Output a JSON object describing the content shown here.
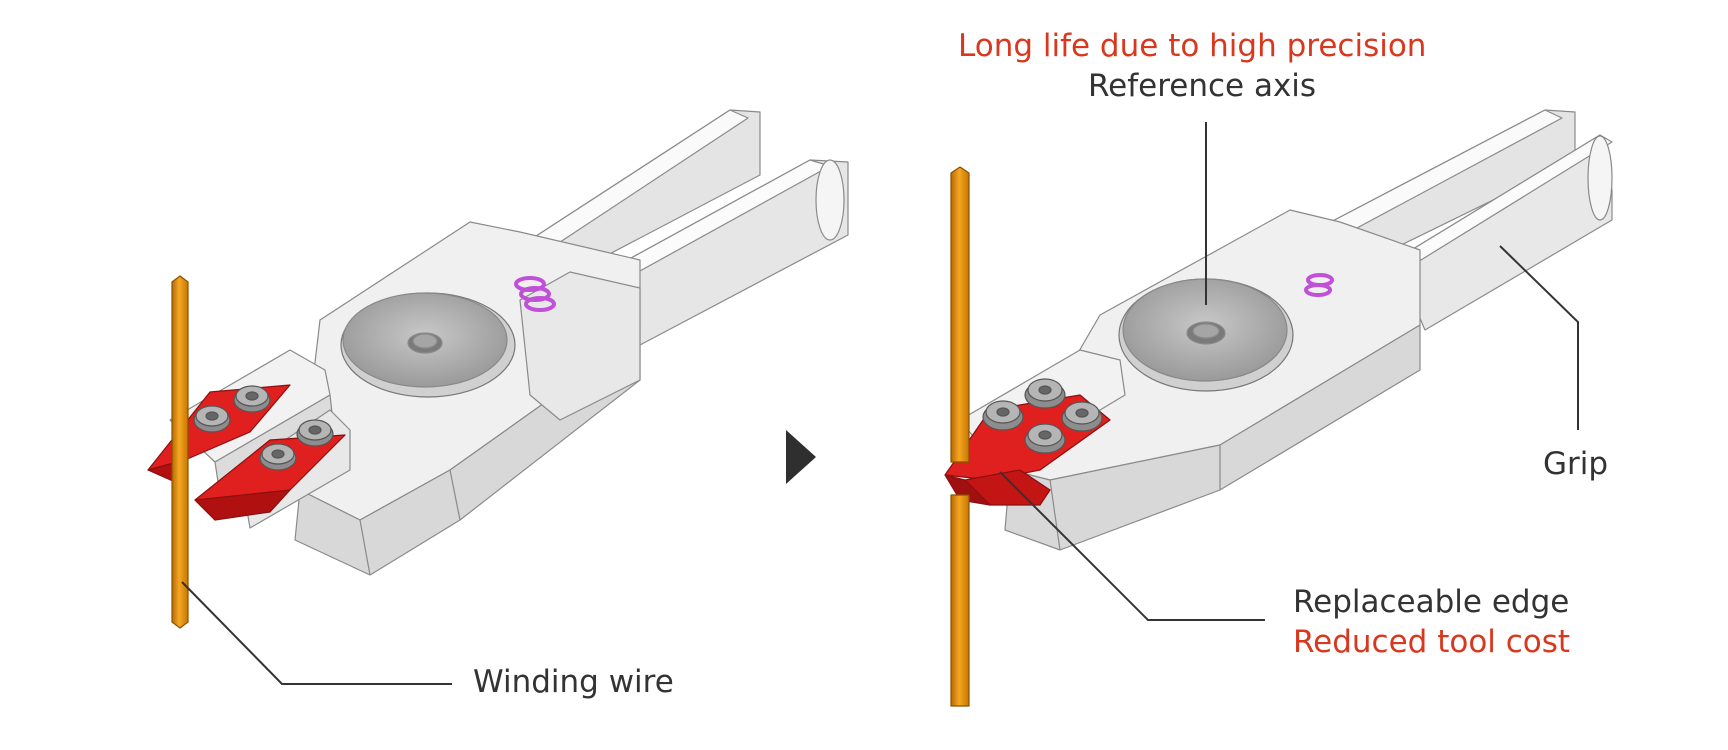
{
  "labels": {
    "winding_wire": "Winding wire",
    "benefit_precision": "Long life due to high precision",
    "reference_axis": "Reference axis",
    "grip": "Grip",
    "replaceable_edge": "Replaceable edge",
    "benefit_cost": "Reduced tool cost"
  },
  "colors": {
    "benefit_text": "#d9381e",
    "label_text": "#333333",
    "cutting_edge": "#e0201e",
    "winding_wire": "#e8900a",
    "spring": "#d070e0",
    "tool_body": "#f0f0f0"
  },
  "icons": {
    "transition_arrow": "right-triangle-icon"
  }
}
